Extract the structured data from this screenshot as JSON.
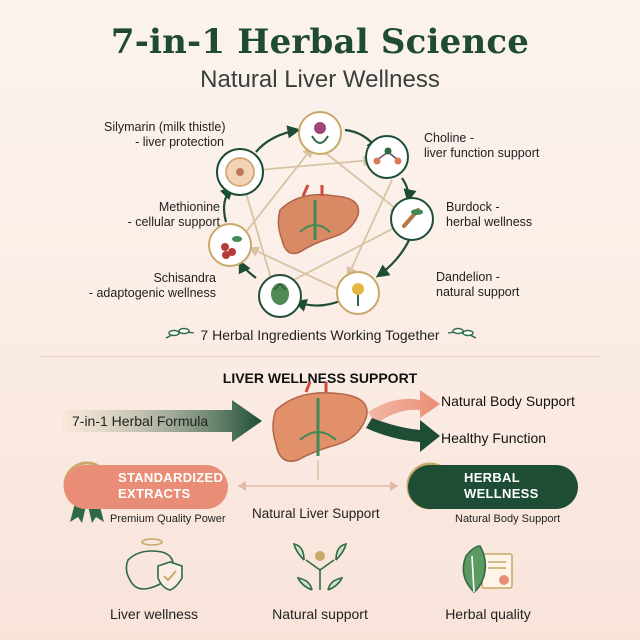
{
  "header": {
    "title": "7-in-1 Herbal Science",
    "subtitle": "Natural Liver Wellness"
  },
  "ingredients": [
    {
      "name": "Silymarin (milk thistle)",
      "desc": "- liver protection"
    },
    {
      "name": "Choline -",
      "desc": "liver function support"
    },
    {
      "name": "Methionine",
      "desc": "- cellular support"
    },
    {
      "name": "Burdock -",
      "desc": "herbal wellness"
    },
    {
      "name": "Schisandra",
      "desc": "- adaptogenic wellness"
    },
    {
      "name": "Dandelion -",
      "desc": "natural support"
    }
  ],
  "cycle_caption": "7 Herbal Ingredients Working Together",
  "support": {
    "heading": "LIVER WELLNESS SUPPORT",
    "formula": "7-in-1 Herbal Formula",
    "output_1": "Natural Body Support",
    "output_2": "Healthy Function",
    "center_label": "Natural Liver Support",
    "standardized": {
      "line1": "STANDARDIZED",
      "line2": "EXTRACTS",
      "sub": "Premium Quality Power"
    },
    "herbal": {
      "line1": "HERBAL",
      "line2": "WELLNESS",
      "sub": "Natural Body Support"
    }
  },
  "bottom": [
    {
      "label": "Liver wellness",
      "icon": "liver-shield-icon"
    },
    {
      "label": "Natural support",
      "icon": "person-leaves-icon"
    },
    {
      "label": "Herbal quality",
      "icon": "leaf-certificate-icon"
    }
  ],
  "colors": {
    "dark_green": "#1e4d36",
    "salmon": "#e98d76",
    "gold": "#c9a86a",
    "liver": "#d98a64"
  }
}
